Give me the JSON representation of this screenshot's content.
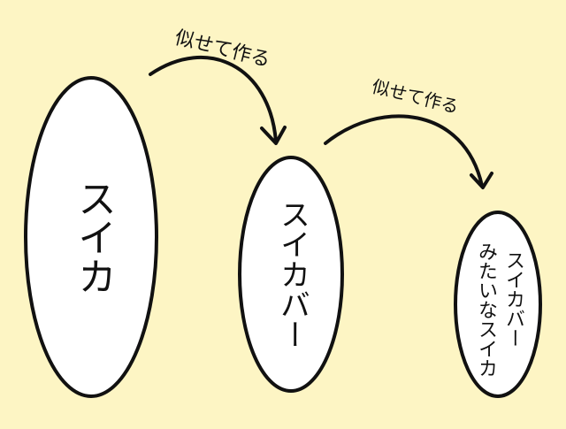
{
  "colors": {
    "background": "#fdf5c4",
    "ink": "#111111",
    "bubble_fill": "#ffffff"
  },
  "diagram": {
    "nodes": [
      {
        "id": "suica",
        "label": "スイカ"
      },
      {
        "id": "suica-bar",
        "label": "スイカバー"
      },
      {
        "id": "suica-bar-like",
        "label_col1": "スイカバー",
        "label_col2": "みたいなスイカ"
      }
    ],
    "edges": [
      {
        "from": "suica",
        "to": "suica-bar",
        "label": "似せて作る"
      },
      {
        "from": "suica-bar",
        "to": "suica-bar-like",
        "label": "似せて作る"
      }
    ]
  }
}
